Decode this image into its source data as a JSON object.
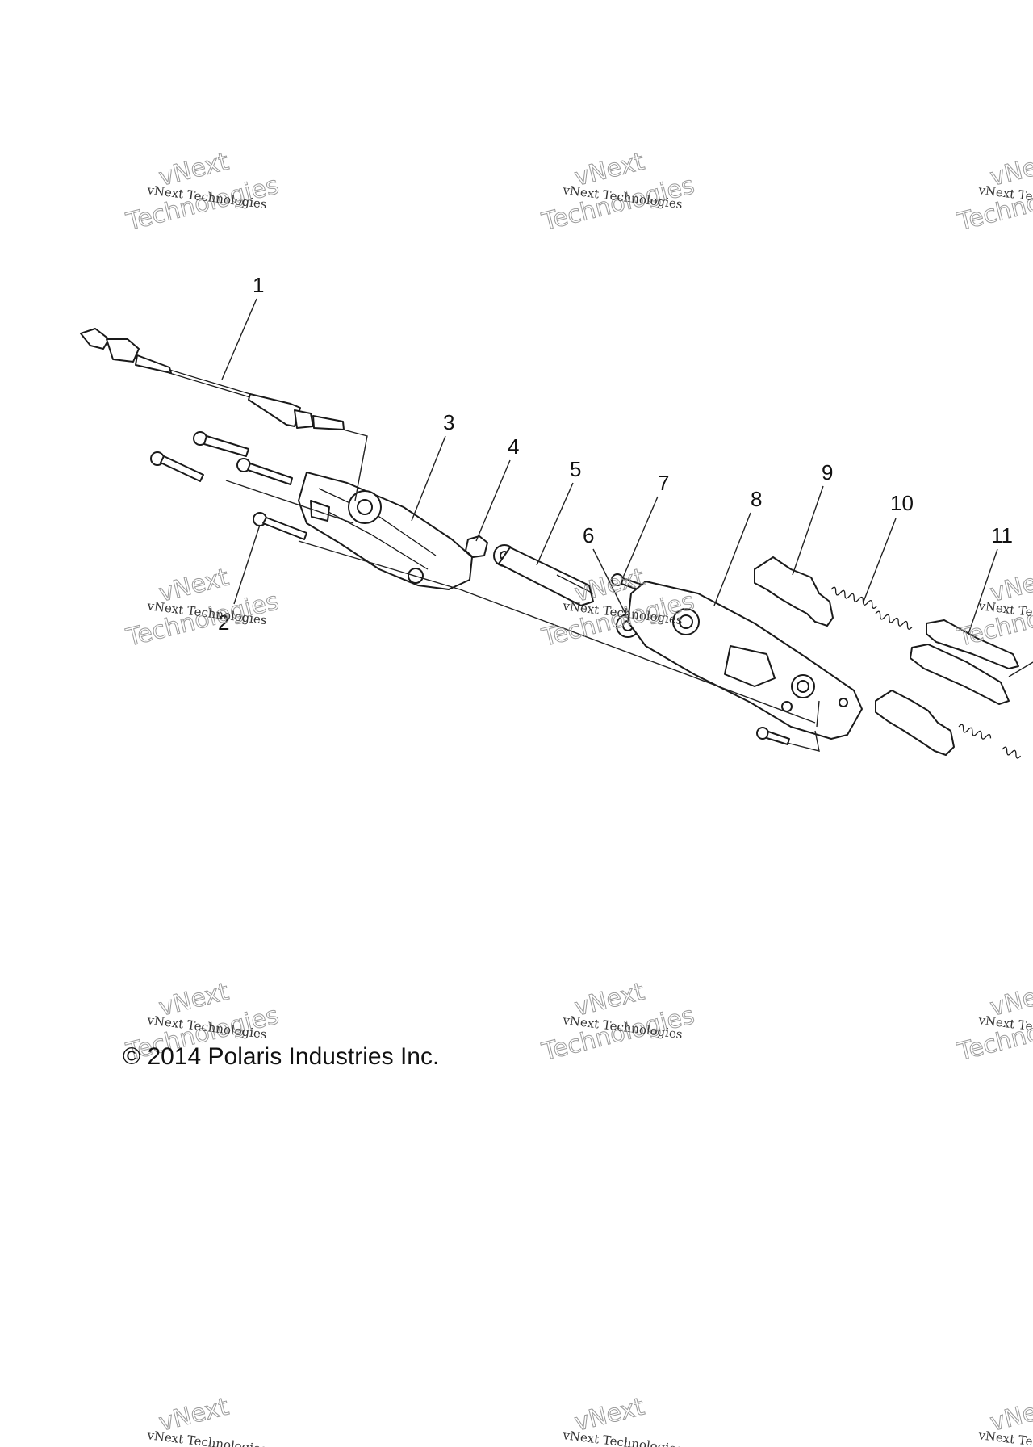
{
  "callouts": [
    {
      "id": "1",
      "label": "1"
    },
    {
      "id": "2",
      "label": "2"
    },
    {
      "id": "3",
      "label": "3"
    },
    {
      "id": "4",
      "label": "4"
    },
    {
      "id": "5",
      "label": "5"
    },
    {
      "id": "6",
      "label": "6"
    },
    {
      "id": "7",
      "label": "7"
    },
    {
      "id": "8",
      "label": "8"
    },
    {
      "id": "9",
      "label": "9"
    },
    {
      "id": "10",
      "label": "10"
    },
    {
      "id": "11",
      "label": "11"
    }
  ],
  "watermark": {
    "small_text": "vNext Technologies",
    "big_text_1": "vNext",
    "big_text_2": "Technologies"
  },
  "copyright": "© 2014 Polaris Industries Inc.",
  "colors": {
    "line": "#1a1a1a",
    "watermark": "#9a9a9a",
    "background": "#ffffff"
  }
}
